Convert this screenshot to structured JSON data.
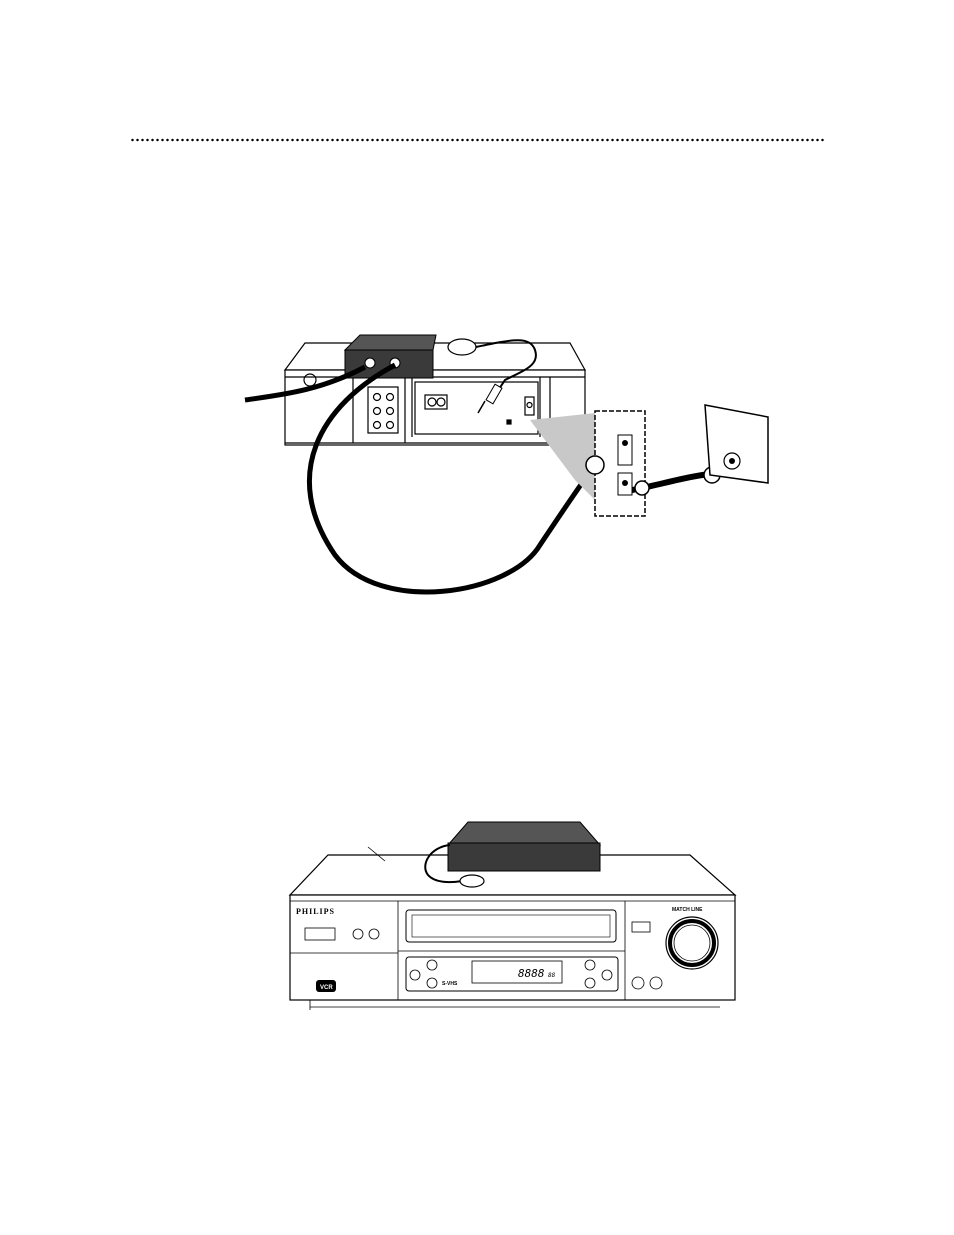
{
  "figures": {
    "rear_connection": {
      "description_visible_text": []
    },
    "front_panel": {
      "brand": "PHILIPS",
      "display_digits": "8888",
      "display_small_digits": "88",
      "svhs_mark": "S-VHS",
      "model_mark": "MATCH LINE"
    }
  }
}
